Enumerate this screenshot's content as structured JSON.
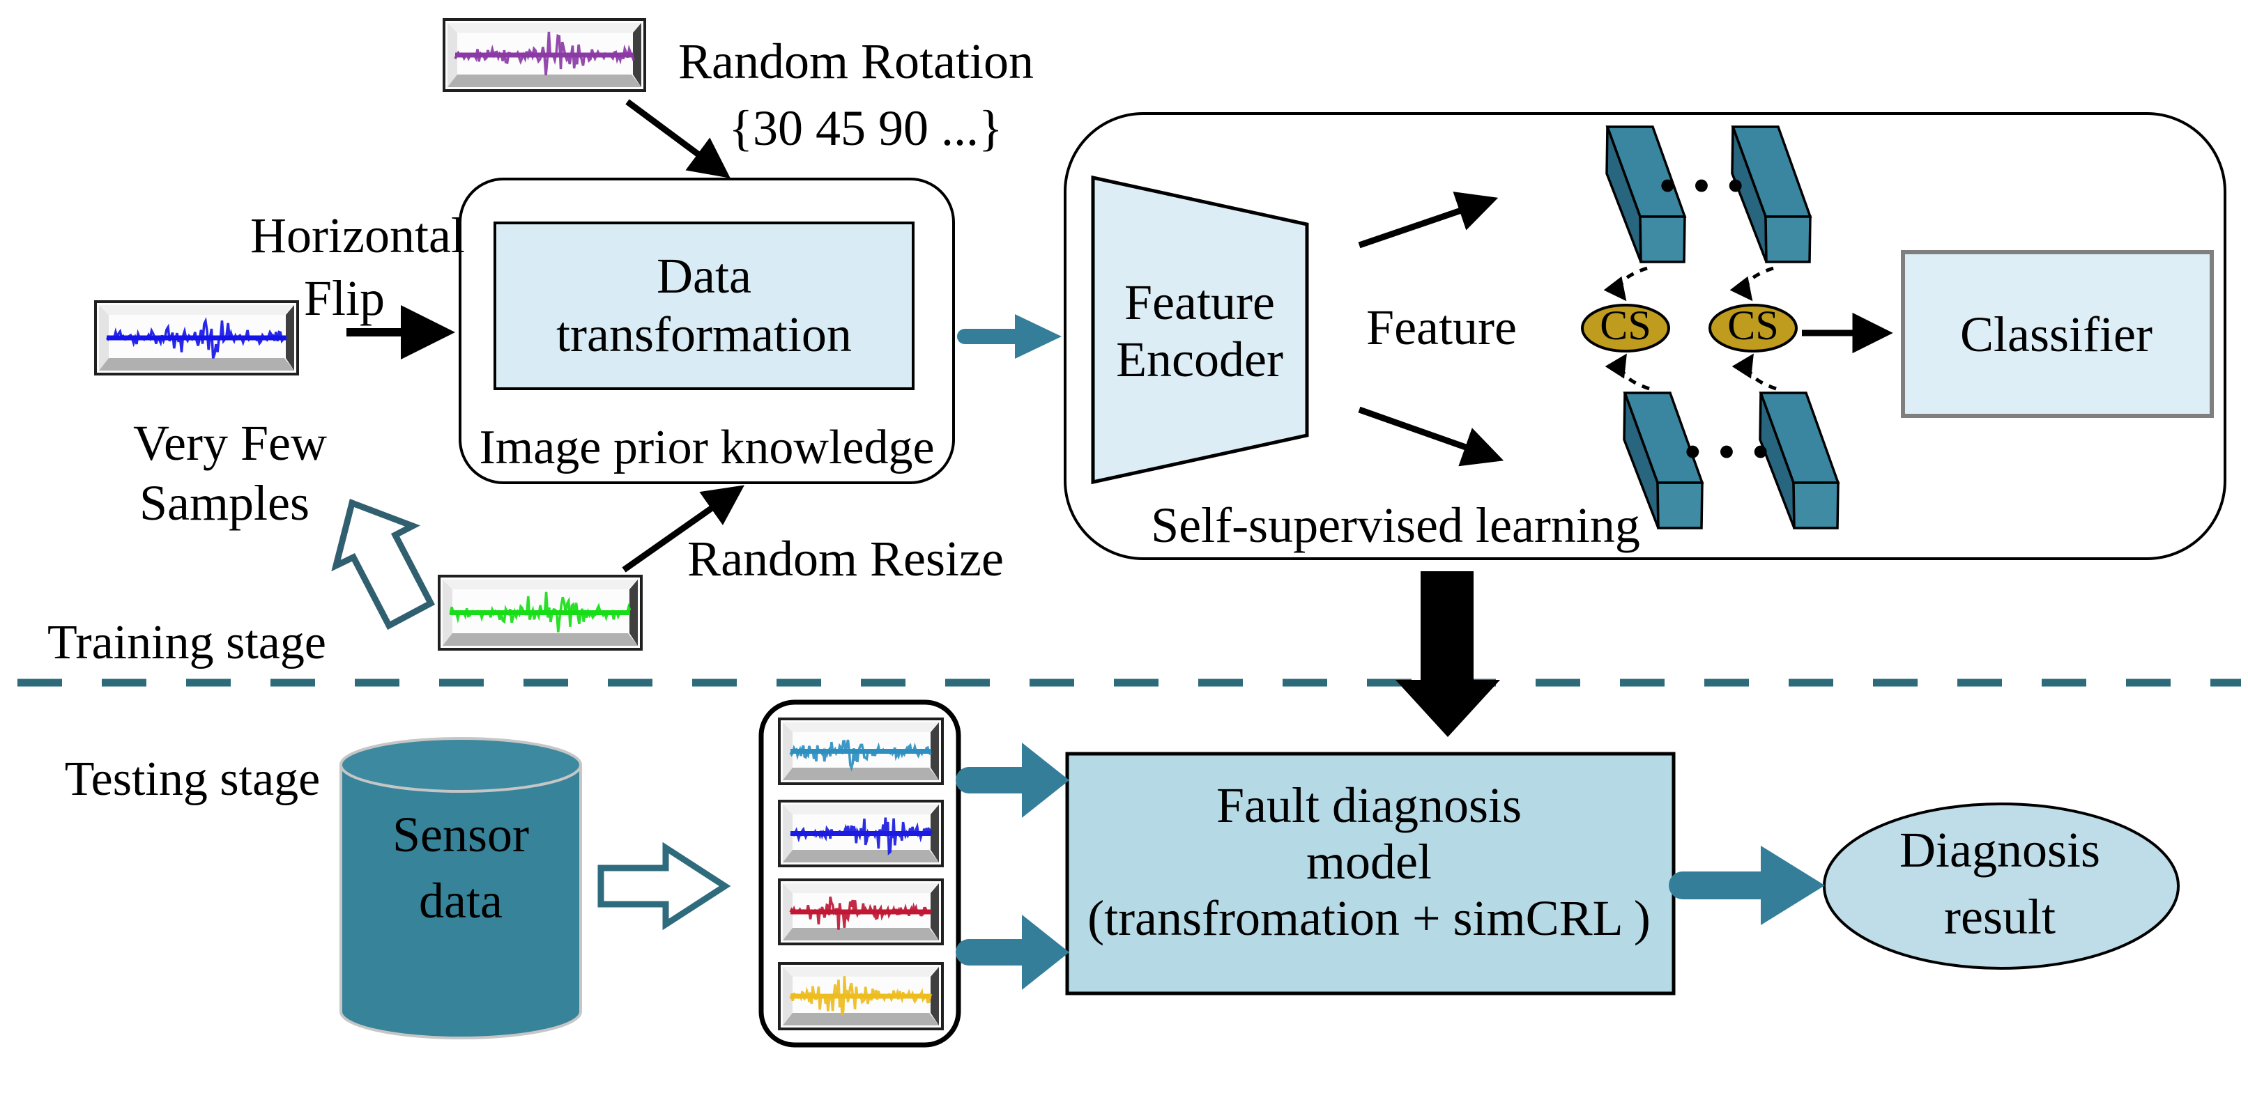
{
  "colors": {
    "teal_arrow": "#347e99",
    "divider": "#2d6b7a",
    "bar_top": "#3a86a0",
    "bar_front": "#3f8ba4",
    "bar_side": "#28657e",
    "cs_fill": "#bf9c1e",
    "data_box_fill": "#d9ecf5",
    "encoder_fill": "#dcedf5",
    "classifier_fill": "#ddeef6",
    "fault_fill": "#b5d9e5",
    "diagnosis_fill": "#bedde8",
    "cylinder_fill": "#37839a",
    "cylinder_top_fill": "#3d8aa0",
    "outline_arrow_train": "#305f70",
    "outline_arrow_test": "#2d6b7d",
    "signals": {
      "purple": "#8b3aa5",
      "blue": "#1515e8",
      "green": "#17dd17",
      "steel": "#2e8fc0",
      "navy": "#1a1ae0",
      "crimson": "#bf1834",
      "gold": "#edbc1e"
    }
  },
  "training": {
    "stage_label": "Training stage",
    "random_rotation": [
      "Random Rotation",
      "{30 45 90 ...}"
    ],
    "horizontal_flip": [
      "Horizontal",
      "Flip"
    ],
    "very_few_samples": [
      "Very Few",
      "Samples"
    ],
    "random_resize": "Random Resize",
    "data_transformation_box": [
      "Data",
      "transformation"
    ],
    "image_prior_knowledge": "Image prior knowledge"
  },
  "ssl": {
    "label": "Self-supervised learning",
    "feature_encoder": [
      "Feature",
      "Encoder"
    ],
    "feature_label": "Feature",
    "cs_nodes": [
      "CS",
      "CS"
    ],
    "ellipsis": [
      "···",
      "···"
    ],
    "classifier": "Classifier"
  },
  "testing": {
    "stage_label": "Testing stage",
    "sensor_data": [
      "Sensor",
      "data"
    ],
    "fault_model": [
      "Fault diagnosis",
      "model",
      "(transfromation + simCRL )"
    ],
    "diagnosis_result": [
      "Diagnosis",
      "result"
    ]
  }
}
